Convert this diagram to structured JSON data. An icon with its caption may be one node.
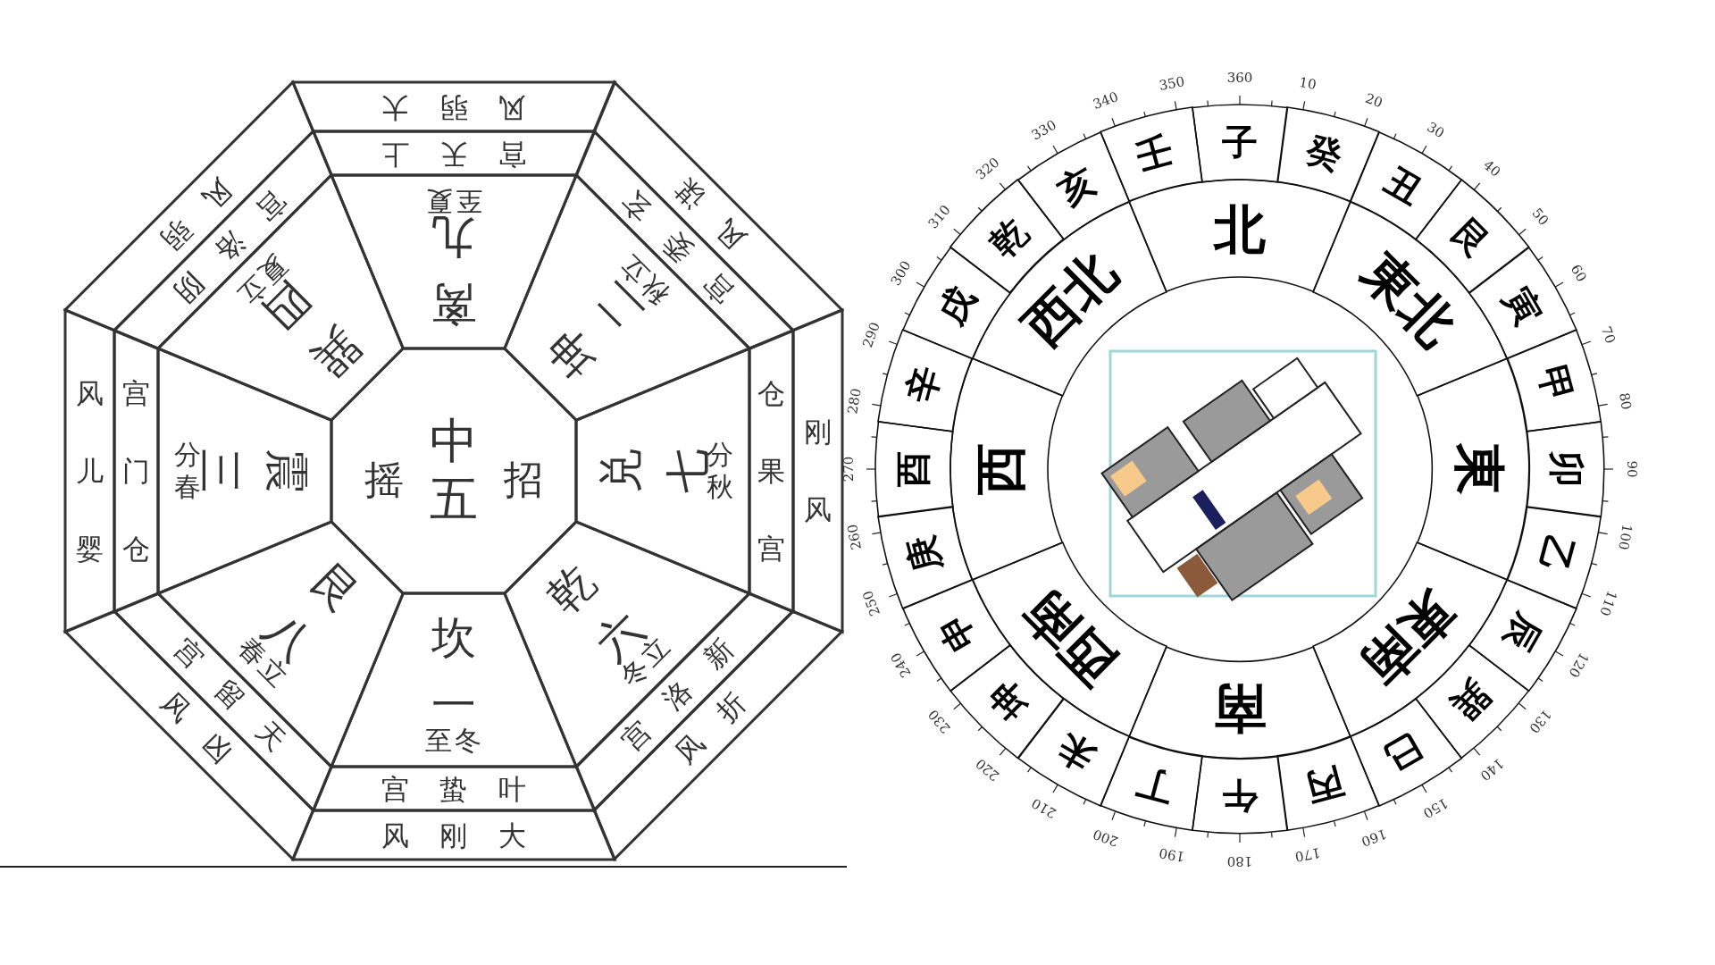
{
  "diagram": {
    "nodes": [
      {
        "text": [
          "摇",
          "中五",
          "招"
        ]
      },
      {
        "text": [
          "巽四",
          "夏立"
        ]
      },
      {
        "text": [
          "宫洛阴"
        ]
      },
      {
        "text": [
          "风弱"
        ]
      },
      {
        "text": [
          "离九",
          "至夏"
        ]
      },
      {
        "text": [
          "宫天上"
        ]
      },
      {
        "text": [
          "风弱大"
        ]
      },
      {
        "text": [
          "坤二",
          "秋立"
        ]
      },
      {
        "text": [
          "宫委玄"
        ]
      },
      {
        "text": [
          "风谋"
        ]
      },
      {
        "text": [
          "震三",
          "分春"
        ]
      },
      {
        "text": [
          "宫门仓"
        ]
      },
      {
        "text": [
          "风儿婴"
        ]
      },
      {
        "text": [
          "兑七",
          "分秋"
        ]
      },
      {
        "text": [
          "仓果宫"
        ]
      },
      {
        "text": [
          "刚风"
        ]
      },
      {
        "text": [
          "艮八",
          "春立"
        ]
      },
      {
        "text": [
          "宫留天"
        ]
      },
      {
        "text": [
          "风凶"
        ]
      },
      {
        "text": [
          "坎一",
          "至冬"
        ]
      },
      {
        "text": [
          "宫蛰叶"
        ]
      },
      {
        "text": [
          "风刚大"
        ]
      },
      {
        "text": [
          "乾六",
          "冬立"
        ]
      },
      {
        "text": [
          "宫洛新"
        ]
      },
      {
        "text": [
          "风折"
        ]
      },
      {
        "text": [
          "子"
        ]
      },
      {
        "text": [
          "癸"
        ]
      },
      {
        "text": [
          "丑"
        ]
      },
      {
        "text": [
          "艮"
        ]
      },
      {
        "text": [
          "寅"
        ]
      },
      {
        "text": [
          "甲"
        ]
      },
      {
        "text": [
          "卯"
        ]
      },
      {
        "text": [
          "乙"
        ]
      },
      {
        "text": [
          "辰"
        ]
      },
      {
        "text": [
          "巽"
        ]
      },
      {
        "text": [
          "巳"
        ]
      },
      {
        "text": [
          "丙"
        ]
      },
      {
        "text": [
          "午"
        ]
      },
      {
        "text": [
          "丁"
        ]
      },
      {
        "text": [
          "未"
        ]
      },
      {
        "text": [
          "坤"
        ]
      },
      {
        "text": [
          "申"
        ]
      },
      {
        "text": [
          "庚"
        ]
      },
      {
        "text": [
          "酉"
        ]
      },
      {
        "text": [
          "辛"
        ]
      },
      {
        "text": [
          "戌"
        ]
      },
      {
        "text": [
          "乾"
        ]
      },
      {
        "text": [
          "亥"
        ]
      },
      {
        "text": [
          "壬"
        ]
      },
      {
        "text": [
          "北"
        ]
      },
      {
        "text": [
          "東北"
        ]
      },
      {
        "text": [
          "東"
        ]
      },
      {
        "text": [
          "東南"
        ]
      },
      {
        "text": [
          "南"
        ]
      },
      {
        "text": [
          "西南"
        ]
      },
      {
        "text": [
          "西"
        ]
      },
      {
        "text": [
          "西北"
        ]
      }
    ],
    "labels": [
      "10",
      "20",
      "30",
      "40",
      "50",
      "60",
      "70",
      "80",
      "90",
      "100",
      "110",
      "120",
      "130",
      "140",
      "150",
      "160",
      "170",
      "180",
      "190",
      "200",
      "210",
      "220",
      "230",
      "240",
      "250",
      "260",
      "270",
      "280",
      "290",
      "300",
      "310",
      "320",
      "330",
      "340",
      "350",
      "360"
    ]
  }
}
